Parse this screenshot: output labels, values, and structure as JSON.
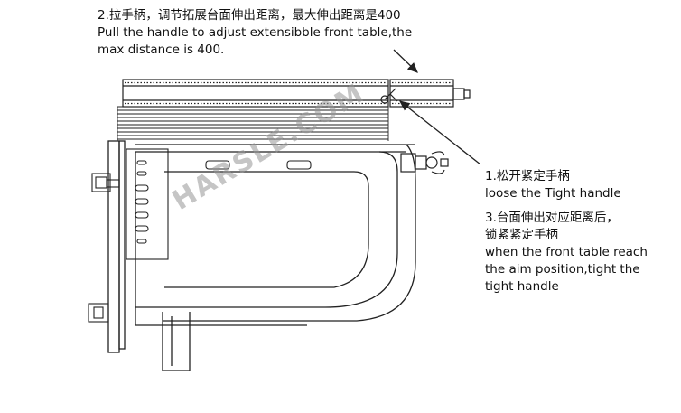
{
  "annotations": {
    "step2": {
      "line_cn": "2.拉手柄，调节拓展台面伸出距离，最大伸出距离是400",
      "line_en1": "Pull the handle to adjust extensibble front table,the",
      "line_en2": "max distance is 400."
    },
    "step1": {
      "line_cn": "1.松开紧定手柄",
      "line_en": "loose the Tight handle"
    },
    "step3": {
      "line_cn1": "3.台面伸出对应距离后，",
      "line_cn2": "锁紧紧定手柄",
      "line_en1": "when the front table reach",
      "line_en2": "the aim position,tight the",
      "line_en3": "tight handle"
    }
  },
  "watermark": {
    "text": "HARSLE.COM"
  },
  "colors": {
    "line": "#222222",
    "text": "#111111",
    "watermark": "#969696"
  },
  "icons": {
    "pointer_arrow": "arrow",
    "handle": "tight-handle",
    "crank": "crank-handle"
  }
}
